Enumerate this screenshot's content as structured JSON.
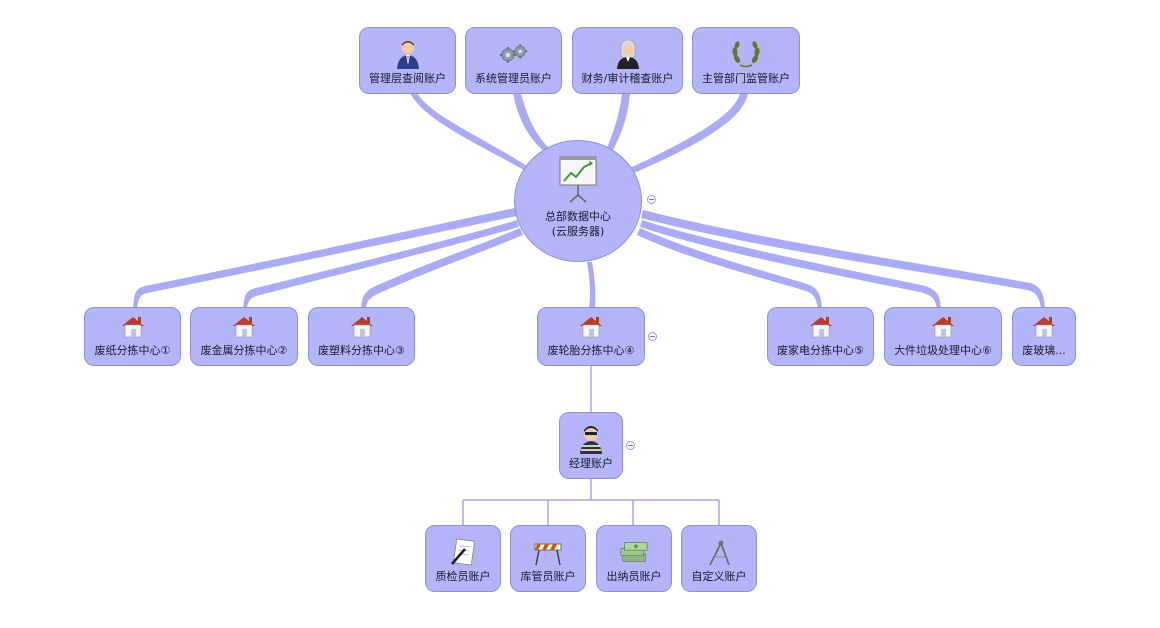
{
  "center": {
    "line1": "总部数据中心",
    "line2": "(云服务器)",
    "icon": "presentation-chart-icon"
  },
  "top_accounts": [
    {
      "label": "管理层查阅账户",
      "icon": "businessman-icon"
    },
    {
      "label": "系统管理员账户",
      "icon": "gears-icon"
    },
    {
      "label": "财务/审计稽查账户",
      "icon": "judge-icon"
    },
    {
      "label": "主管部门监管账户",
      "icon": "laurel-wreath-icon"
    }
  ],
  "centers": [
    {
      "label": "废纸分拣中心①",
      "icon": "house-icon"
    },
    {
      "label": "废金属分拣中心②",
      "icon": "house-icon"
    },
    {
      "label": "废塑料分拣中心③",
      "icon": "house-icon"
    },
    {
      "label": "废轮胎分拣中心④",
      "icon": "house-icon"
    },
    {
      "label": "废家电分拣中心⑤",
      "icon": "house-icon"
    },
    {
      "label": "大件垃圾处理中心⑥",
      "icon": "house-icon"
    },
    {
      "label": "废玻璃...",
      "icon": "house-icon"
    }
  ],
  "manager": {
    "label": "经理账户",
    "icon": "burglar-icon"
  },
  "sub_accounts": [
    {
      "label": "质检员账户",
      "icon": "document-pen-icon"
    },
    {
      "label": "库管员账户",
      "icon": "barrier-icon"
    },
    {
      "label": "出纳员账户",
      "icon": "money-stack-icon"
    },
    {
      "label": "自定义账户",
      "icon": "compass-icon"
    }
  ],
  "colors": {
    "node_fill": "#b4b4f8",
    "node_border": "#8f8fe0",
    "connector": "#aaaaf5",
    "thin_connector": "#a6a6ee"
  }
}
